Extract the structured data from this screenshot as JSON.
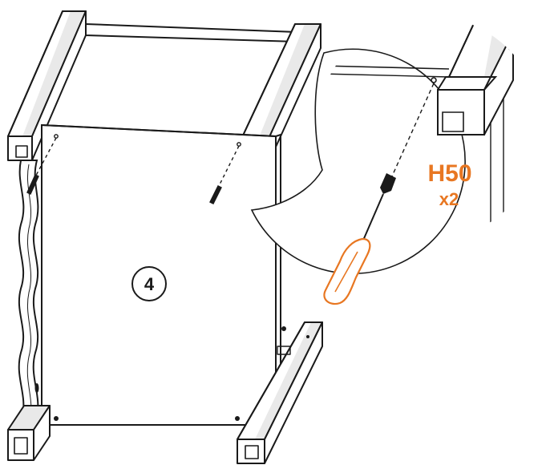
{
  "step_badge": "4",
  "part": {
    "code": "H50",
    "quantity": "x2"
  },
  "colors": {
    "accent": "#e87722",
    "line": "#1a1a1a",
    "shade": "#e9e9e9",
    "panel": "#ffffff"
  },
  "icons": {
    "tool": "screwdriver-icon",
    "fastener": "screw-icon",
    "detail": "magnifier-callout-icon"
  }
}
